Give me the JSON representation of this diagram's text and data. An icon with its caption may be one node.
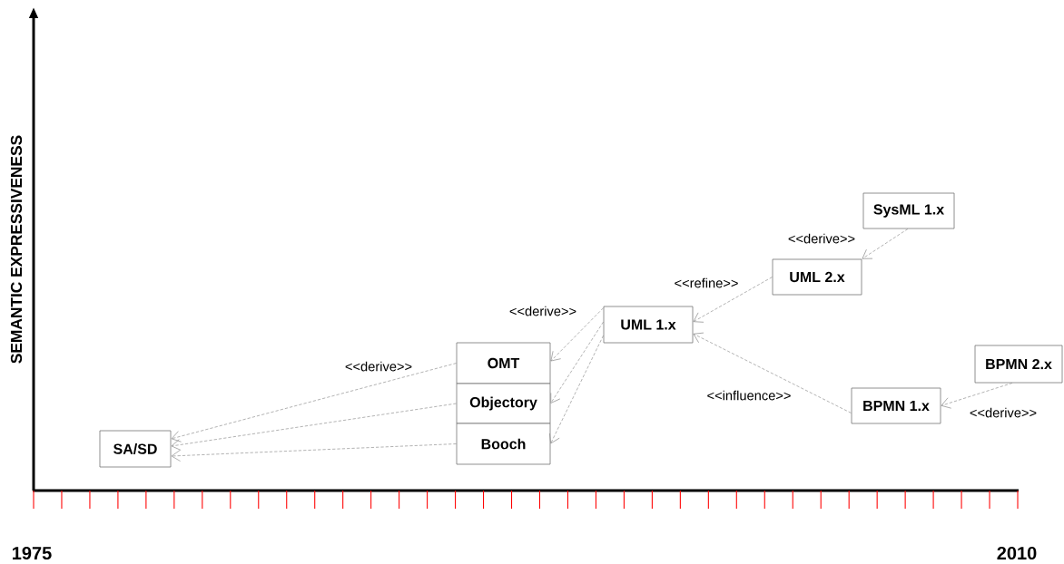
{
  "diagram": {
    "nodes": [
      {
        "text": [
          "SA/SD"
        ]
      },
      {
        "text": [
          "OMT"
        ]
      },
      {
        "text": [
          "Objectory"
        ]
      },
      {
        "text": [
          "Booch"
        ]
      },
      {
        "text": [
          "UML 1.x"
        ]
      },
      {
        "text": [
          "UML 2.x"
        ]
      },
      {
        "text": [
          "SysML 1.x"
        ]
      },
      {
        "text": [
          "BPMN 1.x"
        ]
      },
      {
        "text": [
          "BPMN 2.x"
        ]
      }
    ],
    "edges": [
      {
        "from": 1,
        "to": 0,
        "arrow": "to",
        "style": "dashed",
        "label": "<<derive>>"
      },
      {
        "from": 2,
        "to": 0,
        "arrow": "to",
        "style": "dashed"
      },
      {
        "from": 3,
        "to": 0,
        "arrow": "to",
        "style": "dashed"
      },
      {
        "from": 4,
        "to": 1,
        "arrow": "to",
        "style": "dashed",
        "label": "<<derive>>"
      },
      {
        "from": 4,
        "to": 2,
        "arrow": "to",
        "style": "dashed"
      },
      {
        "from": 4,
        "to": 3,
        "arrow": "to",
        "style": "dashed"
      },
      {
        "from": 5,
        "to": 4,
        "arrow": "to",
        "style": "dashed",
        "label": "<<refine>>"
      },
      {
        "from": 6,
        "to": 5,
        "arrow": "to",
        "style": "dashed",
        "label": "<<derive>>"
      },
      {
        "from": 7,
        "to": 4,
        "arrow": "to",
        "style": "dashed",
        "label": "<<influence>>"
      },
      {
        "from": 8,
        "to": 7,
        "arrow": "to",
        "style": "dashed",
        "label": "<<derive>>"
      }
    ],
    "labels": [
      "SEMANTIC EXPRESSIVENESS",
      "1975",
      "2010"
    ]
  }
}
